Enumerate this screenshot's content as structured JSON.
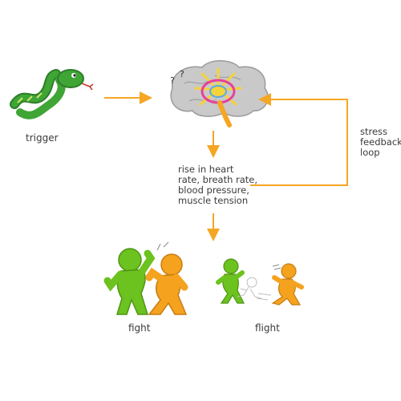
{
  "labels": {
    "trigger": "trigger",
    "response_lines": [
      "rise in heart",
      "rate, breath rate,",
      "blood pressure,",
      "muscle tension"
    ],
    "loop_lines": [
      "stress",
      "feedback",
      "loop"
    ],
    "fight": "fight",
    "flight": "flight"
  },
  "colors": {
    "arrow": "#f5a623",
    "snake": "#3fa535",
    "brain": "#c9c9c9",
    "brain_ray": "#f5d33a",
    "brain_core": "#e7409b",
    "brain_blue": "#5aa9e6",
    "figure_green": "#6cc21e",
    "figure_orange": "#f5a21f"
  },
  "icons": [
    "snake-icon",
    "brain-icon",
    "fight-illustration",
    "flight-illustration"
  ]
}
